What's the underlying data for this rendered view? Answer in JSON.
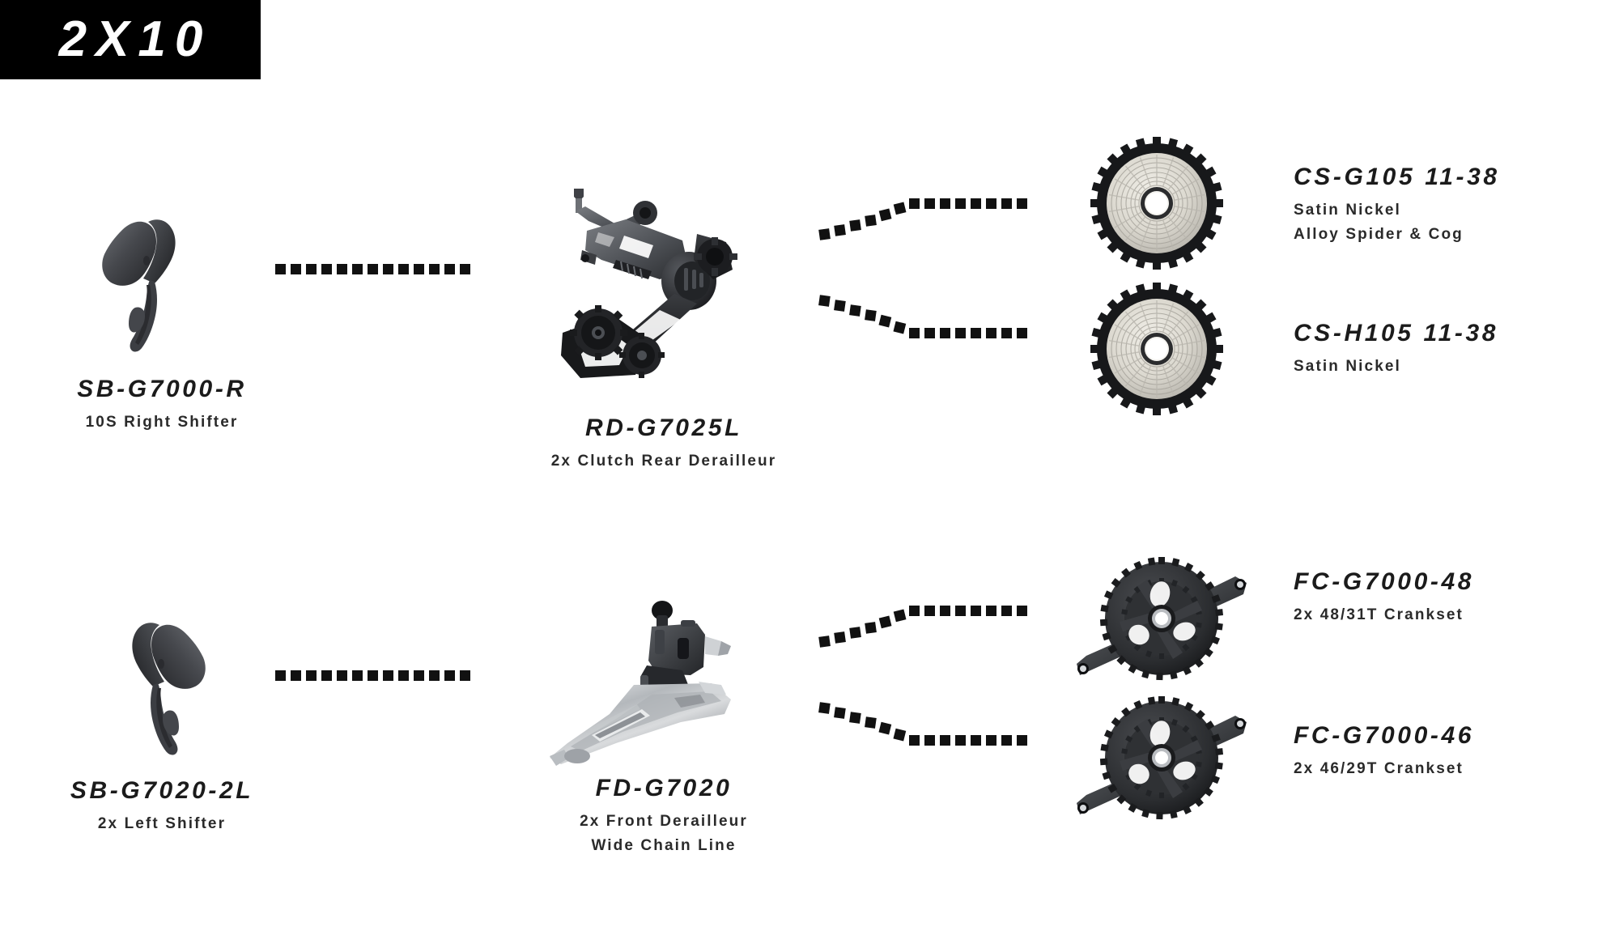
{
  "badge": {
    "label": "2X10"
  },
  "theme": {
    "background": "#ffffff",
    "badge_background": "#000000",
    "badge_text": "#ffffff",
    "title_color": "#1b1b1b",
    "subtitle_color": "#2a2a2a",
    "connector_color": "#111111",
    "component_dark": "#3a3c40",
    "component_black": "#1d1e20",
    "component_silver": "#b9bcc0",
    "cassette_nickel": "#d8d6cf"
  },
  "rows": [
    {
      "id": "row-rear-drivetrain",
      "shifter": {
        "title": "SB-G7000-R",
        "subtitle_lines": [
          "10S Right Shifter"
        ],
        "icon": "road-shifter-right-image"
      },
      "derailleur": {
        "title": "RD-G7025L",
        "subtitle_lines": [
          "2x Clutch Rear Derailleur"
        ],
        "icon": "rear-derailleur-image"
      },
      "options": [
        {
          "title": "CS-G105 11-38",
          "subtitle_lines": [
            "Satin Nickel",
            "Alloy Spider & Cog"
          ],
          "icon": "cassette-image"
        },
        {
          "title": "CS-H105 11-38",
          "subtitle_lines": [
            "Satin Nickel"
          ],
          "icon": "cassette-image"
        }
      ]
    },
    {
      "id": "row-front-drivetrain",
      "shifter": {
        "title": "SB-G7020-2L",
        "subtitle_lines": [
          "2x Left Shifter"
        ],
        "icon": "road-shifter-left-image"
      },
      "derailleur": {
        "title": "FD-G7020",
        "subtitle_lines": [
          "2x Front Derailleur",
          "Wide Chain Line"
        ],
        "icon": "front-derailleur-image"
      },
      "options": [
        {
          "title": "FC-G7000-48",
          "subtitle_lines": [
            "2x 48/31T Crankset"
          ],
          "icon": "crankset-image"
        },
        {
          "title": "FC-G7000-46",
          "subtitle_lines": [
            "2x 46/29T Crankset"
          ],
          "icon": "crankset-image"
        }
      ]
    }
  ]
}
